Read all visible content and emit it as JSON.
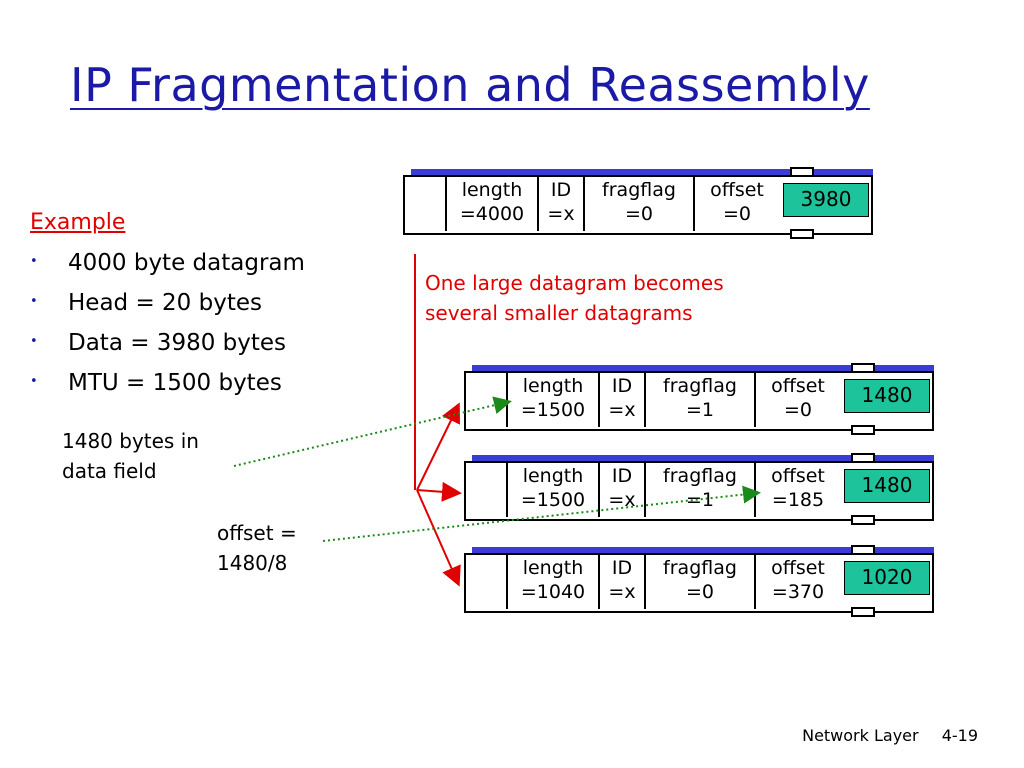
{
  "slide": {
    "title": "IP Fragmentation and Reassembly",
    "example_heading": "Example",
    "bullets": [
      "4000 byte datagram",
      "Head = 20 bytes",
      "Data = 3980 bytes",
      "MTU = 1500 bytes"
    ],
    "note_data_field": [
      "1480 bytes in",
      "data field"
    ],
    "note_offset": [
      "offset =",
      "1480/8"
    ],
    "red_note": [
      "One large datagram becomes",
      "several smaller datagrams"
    ],
    "footer": {
      "section": "Network Layer",
      "page": "4-19"
    }
  },
  "colors": {
    "title": "#1a1aa6",
    "highlight": "#e00000",
    "payload": "#1dc39a",
    "shadow": "#3b3bd6",
    "pointer": "#1a8a1a"
  },
  "datagrams": {
    "original": {
      "length": [
        "length",
        "=4000"
      ],
      "id": [
        "ID",
        "=x"
      ],
      "fragflag": [
        "fragflag",
        "=0"
      ],
      "offset": [
        "offset",
        "=0"
      ],
      "payload": "3980"
    },
    "frag1": {
      "length": [
        "length",
        "=1500"
      ],
      "id": [
        "ID",
        "=x"
      ],
      "fragflag": [
        "fragflag",
        "=1"
      ],
      "offset": [
        "offset",
        "=0"
      ],
      "payload": "1480"
    },
    "frag2": {
      "length": [
        "length",
        "=1500"
      ],
      "id": [
        "ID",
        "=x"
      ],
      "fragflag": [
        "fragflag",
        "=1"
      ],
      "offset": [
        "offset",
        "=185"
      ],
      "payload": "1480"
    },
    "frag3": {
      "length": [
        "length",
        "=1040"
      ],
      "id": [
        "ID",
        "=x"
      ],
      "fragflag": [
        "fragflag",
        "=0"
      ],
      "offset": [
        "offset",
        "=370"
      ],
      "payload": "1020"
    }
  }
}
